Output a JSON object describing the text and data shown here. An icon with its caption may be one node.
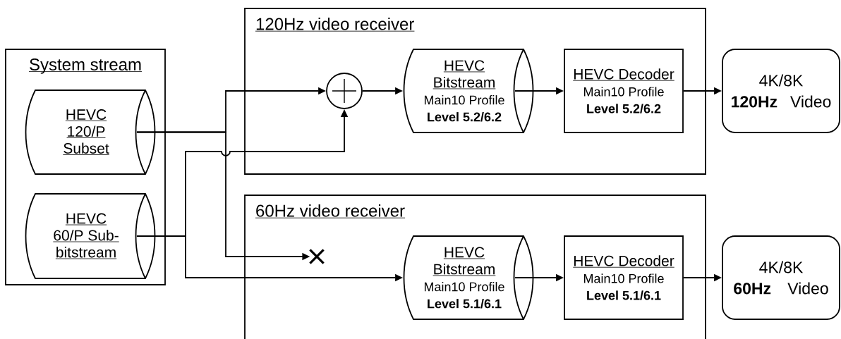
{
  "diagram": {
    "nodes": [
      {
        "text": [
          "System stream"
        ]
      },
      {
        "text": [
          "HEVC 120/P Subset"
        ],
        "in": 0
      },
      {
        "text": [
          "HEVC 60/P Sub-bitstream"
        ],
        "in": 0
      },
      {
        "text": [
          "120Hz video receiver"
        ]
      },
      {
        "text": [],
        "shape": "circle",
        "in": 3
      },
      {
        "text": [
          "HEVC Bitstream",
          "Main10 Profile",
          "Level 5.2/6.2"
        ],
        "in": 3
      },
      {
        "text": [
          "HEVC Decoder",
          "Main10 Profile",
          "Level 5.2/6.2"
        ],
        "in": 3
      },
      {
        "text": [
          "4K/8K **120Hz** Video"
        ]
      },
      {
        "text": [
          "60Hz video receiver"
        ]
      },
      {
        "text": [],
        "shape": "cross",
        "in": 8
      },
      {
        "text": [
          "HEVC Bitstream",
          "Main10 Profile",
          "Level 5.1/6.1"
        ],
        "in": 8
      },
      {
        "text": [
          "HEVC Decoder",
          "Main10 Profile",
          "Level 5.1/6.1"
        ],
        "in": 8
      },
      {
        "text": [
          "4K/8K **60Hz** Video"
        ]
      }
    ],
    "edges": [
      {
        "from": 1,
        "to": 4,
        "arrow": "to"
      },
      {
        "from": 1,
        "to": 9,
        "arrow": "to"
      },
      {
        "from": 2,
        "to": 4,
        "arrow": "to"
      },
      {
        "from": 2,
        "to": 10,
        "arrow": "to"
      },
      {
        "from": 4,
        "to": 5,
        "arrow": "to"
      },
      {
        "from": 5,
        "to": 6,
        "arrow": "to"
      },
      {
        "from": 6,
        "to": 7,
        "arrow": "to"
      },
      {
        "from": 10,
        "to": 11,
        "arrow": "to"
      },
      {
        "from": 11,
        "to": 12,
        "arrow": "to"
      }
    ]
  }
}
